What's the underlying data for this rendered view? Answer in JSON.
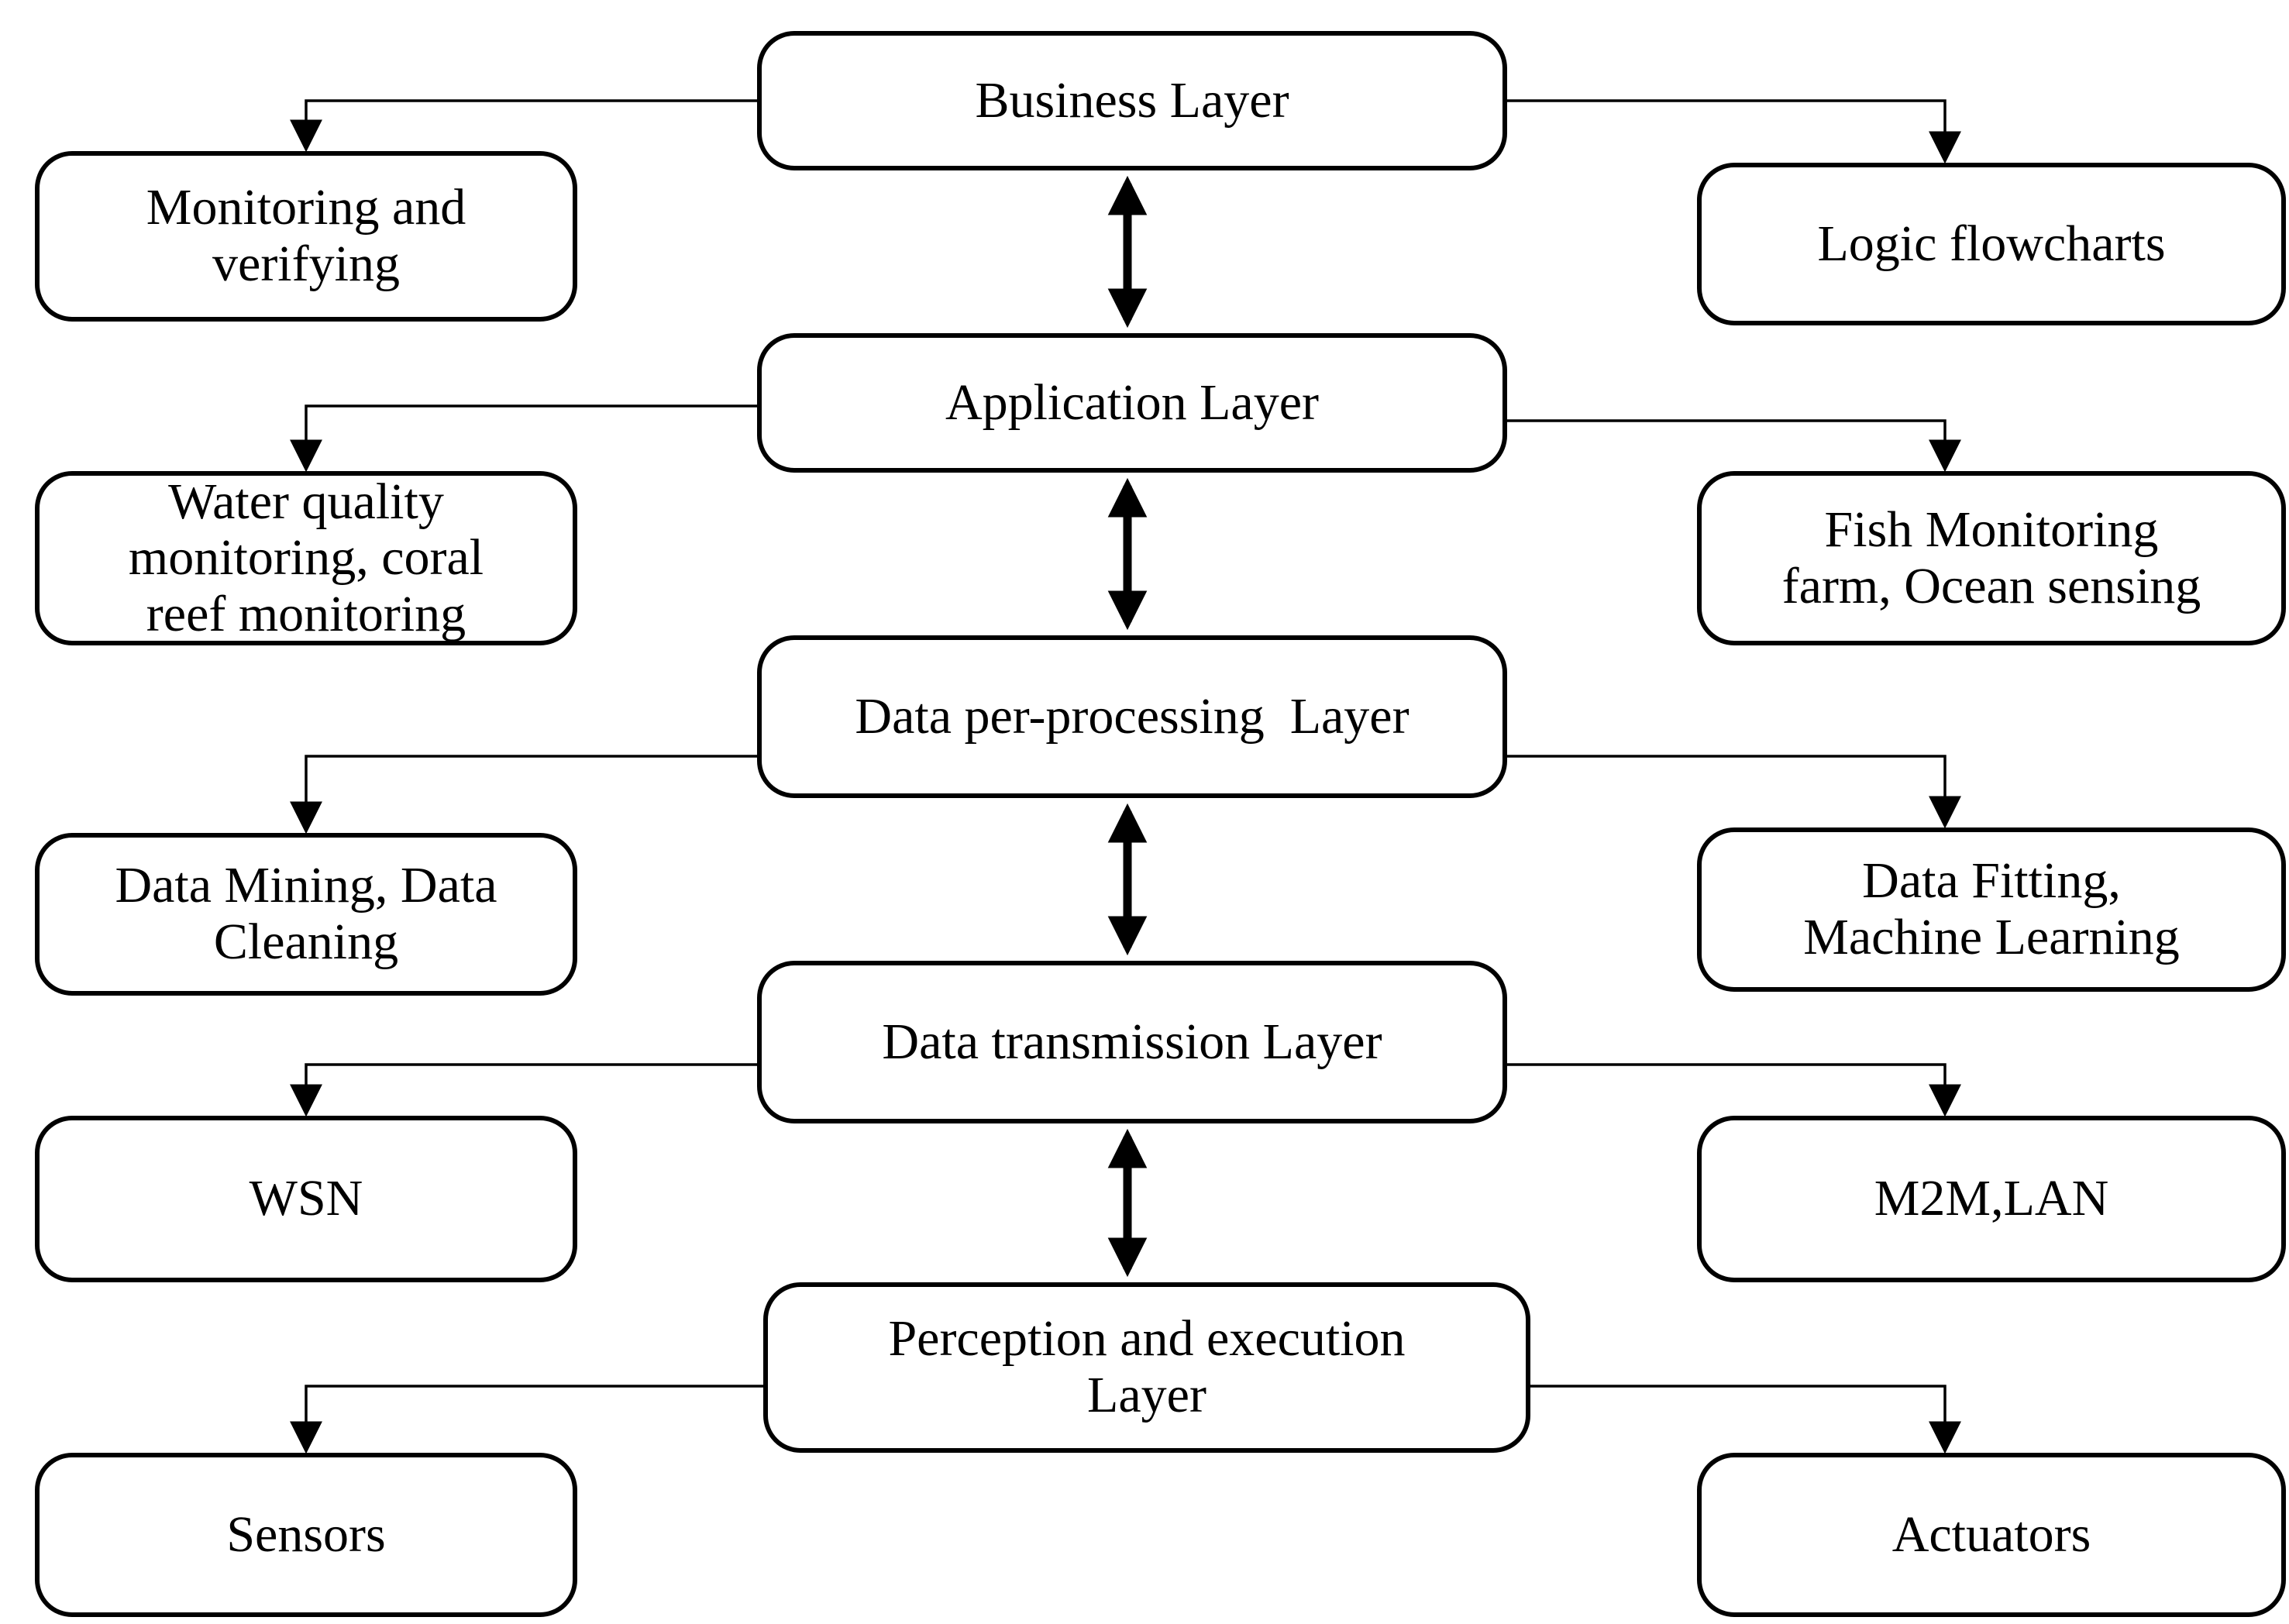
{
  "figure": {
    "type": "layered-architecture-flowchart",
    "colors": {
      "box_border": "#000000",
      "box_fill": "#ffffff",
      "text": "#000000",
      "background": "#ffffff",
      "arrow": "#000000"
    },
    "layers": [
      {
        "name": "Business Layer",
        "left": "Monitoring and\nverifying",
        "right": "Logic flowcharts"
      },
      {
        "name": "Application Layer",
        "left": "Water quality\nmonitoring, coral\nreef monitoring",
        "right": "Fish Monitoring\nfarm, Ocean sensing"
      },
      {
        "name": "Data per-processing  Layer",
        "left": "Data Mining, Data\nCleaning",
        "right": "Data Fitting,\nMachine Learning"
      },
      {
        "name": "Data transmission Layer",
        "left": "WSN",
        "right": "M2M,LAN"
      },
      {
        "name": "Perception and execution\nLayer",
        "left": "Sensors",
        "right": "Actuators"
      }
    ],
    "edges": [
      {
        "from": "Business Layer",
        "to": "Application Layer",
        "type": "bidirectional"
      },
      {
        "from": "Application Layer",
        "to": "Data per-processing  Layer",
        "type": "bidirectional"
      },
      {
        "from": "Data per-processing  Layer",
        "to": "Data transmission Layer",
        "type": "bidirectional"
      },
      {
        "from": "Data transmission Layer",
        "to": "Perception and execution Layer",
        "type": "bidirectional"
      },
      {
        "from": "Business Layer",
        "to": "Monitoring and verifying",
        "type": "directed"
      },
      {
        "from": "Business Layer",
        "to": "Logic flowcharts",
        "type": "directed"
      },
      {
        "from": "Application Layer",
        "to": "Water quality monitoring, coral reef monitoring",
        "type": "directed"
      },
      {
        "from": "Application Layer",
        "to": "Fish Monitoring farm, Ocean sensing",
        "type": "directed"
      },
      {
        "from": "Data per-processing  Layer",
        "to": "Data Mining, Data Cleaning",
        "type": "directed"
      },
      {
        "from": "Data per-processing  Layer",
        "to": "Data Fitting, Machine Learning",
        "type": "directed"
      },
      {
        "from": "Data transmission Layer",
        "to": "WSN",
        "type": "directed"
      },
      {
        "from": "Data transmission Layer",
        "to": "M2M,LAN",
        "type": "directed"
      },
      {
        "from": "Perception and execution Layer",
        "to": "Sensors",
        "type": "directed"
      },
      {
        "from": "Perception and execution Layer",
        "to": "Actuators",
        "type": "directed"
      }
    ]
  }
}
